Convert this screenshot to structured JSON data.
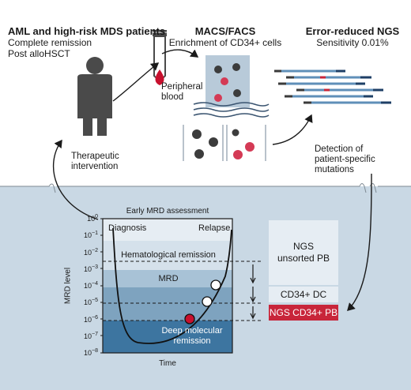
{
  "panel_patients": {
    "title": "AML and high-risk MDS patients",
    "line1": "Complete remission",
    "line2": "Post alloHSCT"
  },
  "panel_enrichment": {
    "title": "MACS/FACS",
    "line1": "Enrichment of CD34+ cells"
  },
  "panel_ngs": {
    "title": "Error-reduced NGS",
    "line1": "Sensitivity 0.01%"
  },
  "labels": {
    "peripheral_blood": [
      "Peripheral",
      "blood"
    ],
    "therapeutic_intervention": [
      "Therapeutic",
      "intervention"
    ],
    "detection": [
      "Detection of",
      "patient-specific",
      "mutations"
    ]
  },
  "chart": {
    "title": "Early MRD assessment",
    "xlabel": "Time",
    "ylabel": "MRD level",
    "yticks": [
      "10",
      "10",
      "10",
      "10",
      "10",
      "10",
      "10",
      "10",
      "10"
    ],
    "ytick_exponents": [
      "0",
      "−1",
      "−2",
      "−3",
      "−4",
      "−5",
      "−6",
      "−7",
      "−8"
    ],
    "zones": {
      "diagnosis": "Diagnosis",
      "relapse": "Relapse",
      "hematological_remission": "Hematological remission",
      "mrd": "MRD",
      "deep_molecular_remission": [
        "Deep molecular",
        "remission"
      ]
    }
  },
  "methods": {
    "ngs_unsorted": [
      "NGS",
      "unsorted PB"
    ],
    "cd34_dc": "CD34+ DC",
    "ngs_cd34": "NGS CD34+ PB"
  },
  "colors": {
    "bg_bottom": "#c9d8e4",
    "person": "#4a4a4a",
    "blood_red": "#c8102e",
    "zone_top": "#e6edf3",
    "zone_heme": "#d5e1eb",
    "zone_mrd": "#a8c2d6",
    "zone_mid": "#7ea3bf",
    "zone_deep": "#3d75a0",
    "ngs_cd34_fill": "#c8253a",
    "read_dark": "#1e3f66",
    "read_blue": "#5f8fb8"
  }
}
